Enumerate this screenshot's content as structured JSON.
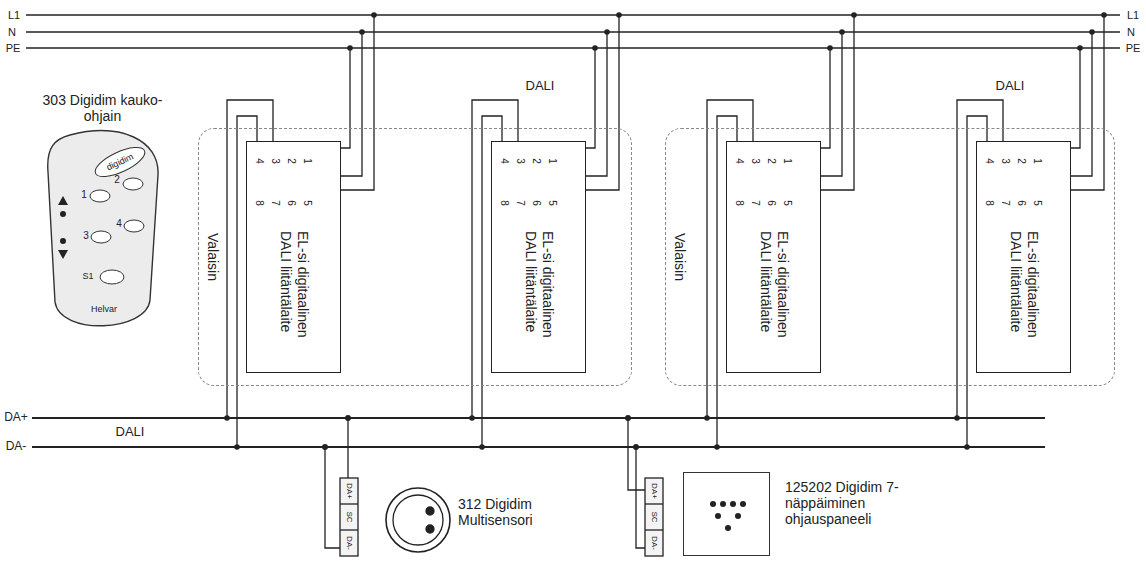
{
  "diagram": {
    "nodes": [
      {
        "text": [
          "303 Digidim kauko-ohjain"
        ]
      },
      {
        "text": [
          "Valaisin"
        ]
      },
      {
        "text": [
          "EL-si digitaalinen DALI liitäntälaite"
        ],
        "in": 1
      },
      {
        "text": [
          "EL-si digitaalinen DALI liitäntälaite"
        ],
        "in": 1
      },
      {
        "text": [
          "Valaisin"
        ]
      },
      {
        "text": [
          "EL-si digitaalinen DALI liitäntälaite"
        ],
        "in": 4
      },
      {
        "text": [
          "EL-si digitaalinen DALI liitäntälaite"
        ],
        "in": 4
      },
      {
        "text": [
          "312 Digidim Multisensori"
        ]
      },
      {
        "text": [
          "125202 Digidim 7-näppäiminen ohjauspaneeli"
        ]
      }
    ],
    "labels": [
      "L1",
      "N",
      "PE",
      "L1",
      "N",
      "PE",
      "DALI",
      "DALI",
      "DA+",
      "DA-",
      "DALI",
      "digidim",
      "1",
      "2",
      "3",
      "4",
      "S1",
      "Helvar",
      "DA+",
      "SC",
      "DA-",
      "DA+",
      "SC",
      "DA-",
      "4",
      "3",
      "2",
      "1",
      "8",
      "7",
      "6",
      "5",
      "4",
      "3",
      "2",
      "1",
      "8",
      "7",
      "6",
      "5",
      "4",
      "3",
      "2",
      "1",
      "8",
      "7",
      "6",
      "5",
      "4",
      "3",
      "2",
      "1",
      "8",
      "7",
      "6",
      "5"
    ]
  }
}
